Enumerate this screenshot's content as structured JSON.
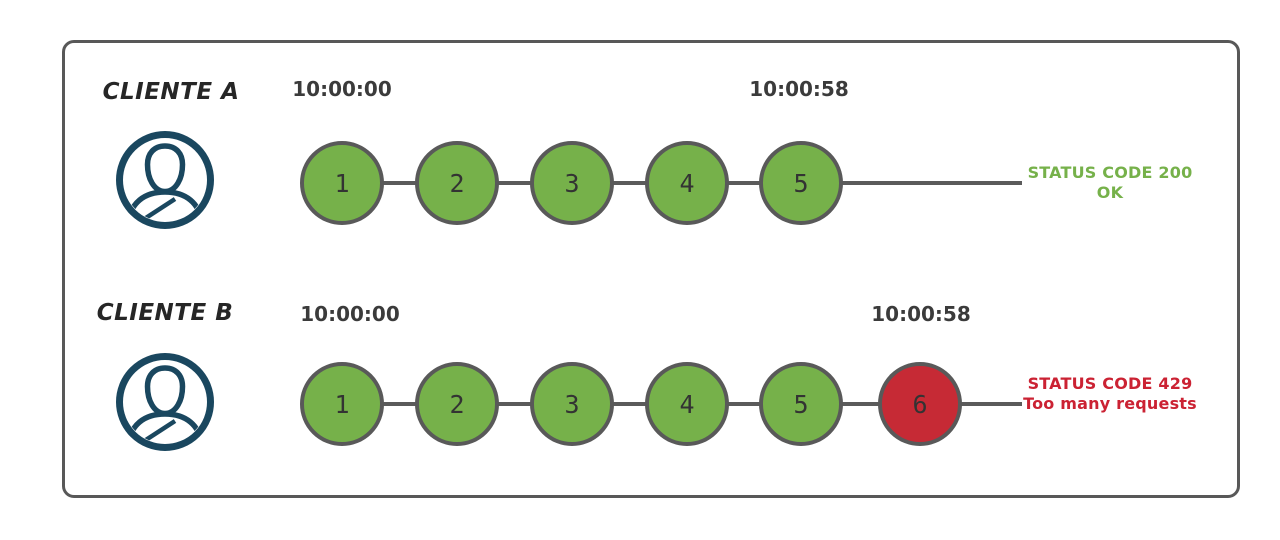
{
  "colors": {
    "request_ok_fill": "#76b14a",
    "request_blocked_fill": "#c62a35",
    "status_ok_text": "#76b14a",
    "status_error_text": "#cb2233",
    "avatar_blue": "#1a475f",
    "line_gray": "#5b5b5b",
    "frame_border": "#585858"
  },
  "rows": [
    {
      "client_label": "CLIENTE A",
      "start_time": "10:00:00",
      "end_time": "10:00:58",
      "requests": [
        {
          "label": "1",
          "state": "ok"
        },
        {
          "label": "2",
          "state": "ok"
        },
        {
          "label": "3",
          "state": "ok"
        },
        {
          "label": "4",
          "state": "ok"
        },
        {
          "label": "5",
          "state": "ok"
        }
      ],
      "status": {
        "line1": "STATUS CODE 200",
        "line2": "OK"
      }
    },
    {
      "client_label": "CLIENTE B",
      "start_time": "10:00:00",
      "end_time": "10:00:58",
      "requests": [
        {
          "label": "1",
          "state": "ok"
        },
        {
          "label": "2",
          "state": "ok"
        },
        {
          "label": "3",
          "state": "ok"
        },
        {
          "label": "4",
          "state": "ok"
        },
        {
          "label": "5",
          "state": "ok"
        },
        {
          "label": "6",
          "state": "blocked"
        }
      ],
      "status": {
        "line1": "STATUS CODE 429",
        "line2": "Too many requests"
      }
    }
  ]
}
